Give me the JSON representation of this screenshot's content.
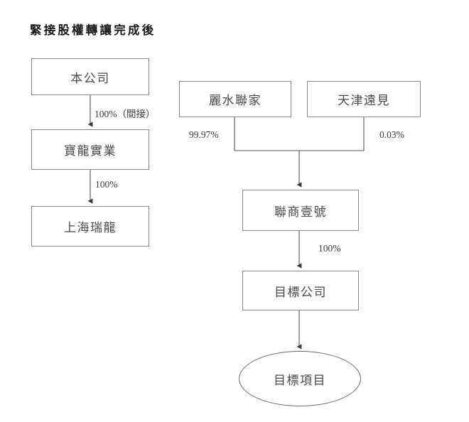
{
  "title": "緊接股權轉讓完成後",
  "colors": {
    "box_border": "#8a8a8a",
    "ellipse_border": "#6d6d6d",
    "connector": "#555555",
    "node_text": "#4a4a4a",
    "title_text": "#1a1a1a",
    "edge_label_text": "#3d3d3d",
    "background": "#ffffff"
  },
  "nodes": {
    "company": {
      "label": "本公司",
      "shape": "rect"
    },
    "baolong": {
      "label": "寶龍實業",
      "shape": "rect"
    },
    "shanghai_ruilong": {
      "label": "上海瑞龍",
      "shape": "rect"
    },
    "lishui_lianjia": {
      "label": "麗水聯家",
      "shape": "rect"
    },
    "tianjin_yuanjian": {
      "label": "天津遠見",
      "shape": "rect"
    },
    "lianshang_yihao": {
      "label": "聯商壹號",
      "shape": "rect"
    },
    "target_company": {
      "label": "目標公司",
      "shape": "rect"
    },
    "target_project": {
      "label": "目標項目",
      "shape": "ellipse"
    }
  },
  "edges": [
    {
      "from": "company",
      "to": "baolong",
      "label": "100%（間接）"
    },
    {
      "from": "baolong",
      "to": "shanghai_ruilong",
      "label": "100%"
    },
    {
      "from": "lishui_lianjia",
      "to": "lianshang_yihao",
      "label": "99.97%"
    },
    {
      "from": "tianjin_yuanjian",
      "to": "lianshang_yihao",
      "label": "0.03%"
    },
    {
      "from": "lianshang_yihao",
      "to": "target_company",
      "label": "100%"
    },
    {
      "from": "target_company",
      "to": "target_project",
      "label": ""
    }
  ]
}
